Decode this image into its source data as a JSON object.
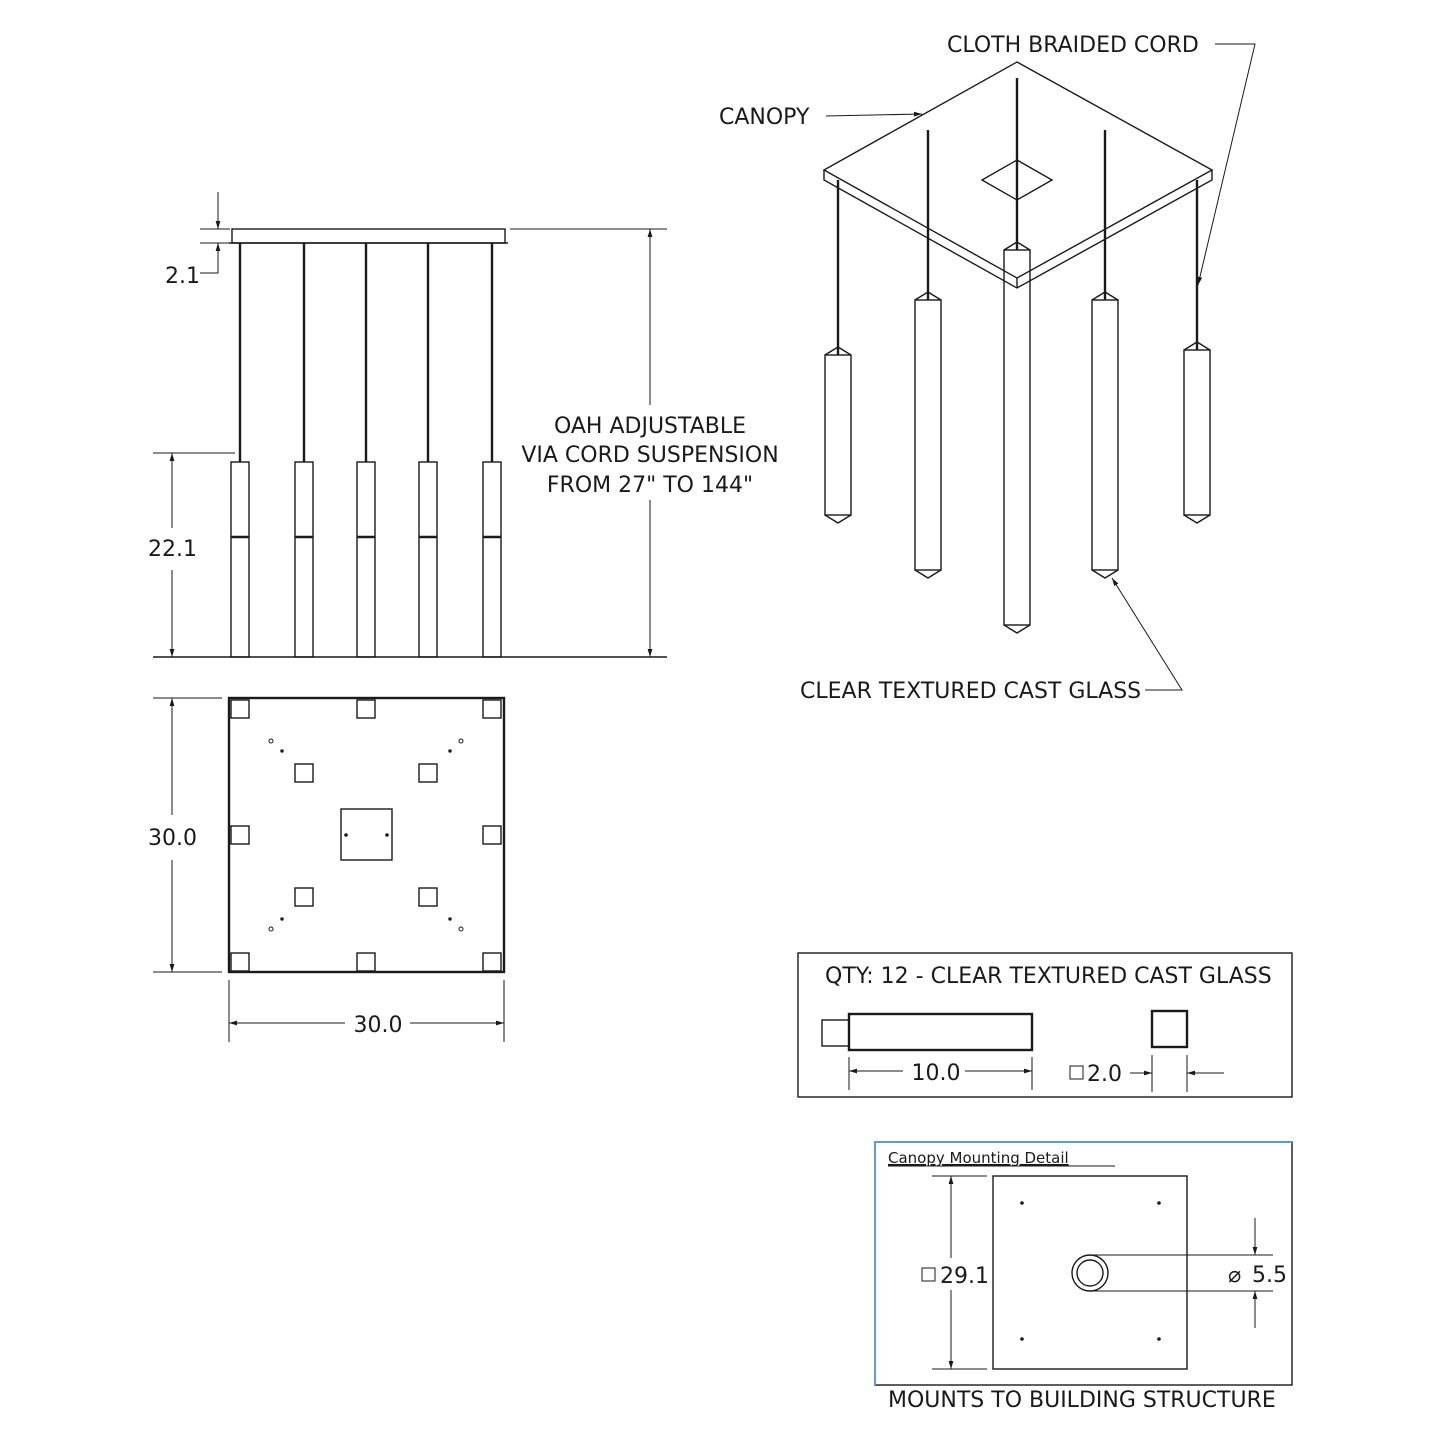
{
  "side_view": {
    "canopy_height": "2.1",
    "pendant_length": "22.1",
    "oah_note": [
      "OAH ADJUSTABLE",
      "VIA CORD SUSPENSION",
      "FROM 27\" TO 144\""
    ]
  },
  "top_view": {
    "depth": "30.0",
    "width": "30.0"
  },
  "isometric": {
    "callout_cord": "CLOTH BRAIDED CORD",
    "callout_canopy": "CANOPY",
    "callout_glass": "CLEAR TEXTURED CAST GLASS"
  },
  "glass_detail": {
    "title": "QTY: 12 -  CLEAR TEXTURED CAST GLASS",
    "length": "10.0",
    "square_size": "2.0"
  },
  "canopy_detail": {
    "title": "Canopy  Mounting  Detail",
    "square_size": "29.1",
    "hole_diameter": "5.5",
    "note": "MOUNTS TO BUILDING STRUCTURE"
  }
}
